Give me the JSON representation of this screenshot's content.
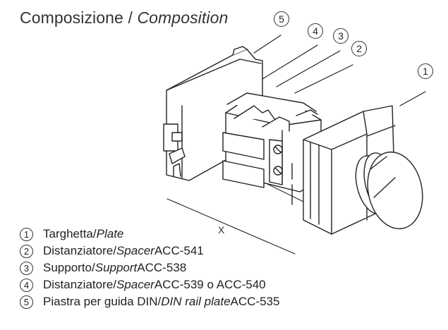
{
  "title": {
    "it": "Composizione",
    "sep": " / ",
    "en": "Composition"
  },
  "dimension_label": "X",
  "callouts": [
    "1",
    "2",
    "3",
    "4",
    "5"
  ],
  "legend": [
    {
      "num": "1",
      "it": "Targhetta",
      "sep": " / ",
      "en": "Plate",
      "code": ""
    },
    {
      "num": "2",
      "it": "Distanziatore",
      "sep": " / ",
      "en": "Spacer",
      "code": " ACC-541"
    },
    {
      "num": "3",
      "it": "Supporto",
      "sep": " / ",
      "en": "Support",
      "code": " ACC-538"
    },
    {
      "num": "4",
      "it": "Distanziatore",
      "sep": " / ",
      "en": "Spacer",
      "code": " ACC-539 o ACC-540"
    },
    {
      "num": "5",
      "it": "Piastra per guida DIN",
      "sep": " / ",
      "en": "DIN rail plate",
      "code": " ACC-535"
    }
  ]
}
